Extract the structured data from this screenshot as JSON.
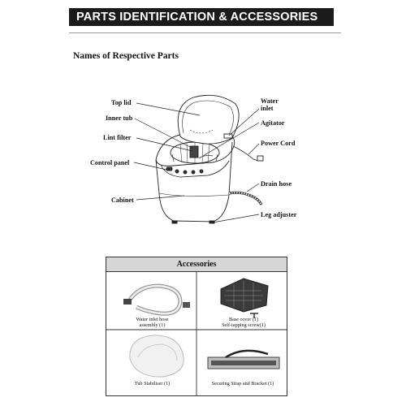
{
  "header": {
    "title": "PARTS IDENTIFICATION & ACCESSORIES"
  },
  "section": {
    "title": "Names of Respective Parts"
  },
  "parts": {
    "top_lid": "Top lid",
    "inner_tub": "Inner tub",
    "lint_filter": "Lint filter",
    "control_panel": "Control panel",
    "cabinet": "Cabinet",
    "water_inlet_line1": "Water",
    "water_inlet_line2": "inlet",
    "agitator": "Agitator",
    "power_cord": "Power Cord",
    "drain_hose": "Drain hose",
    "leg_adjuster": "Leg adjuster"
  },
  "accessories": {
    "title": "Accessories",
    "items": [
      {
        "line1": "Water inlet hose",
        "line2": "assembly (1)"
      },
      {
        "line1": "Base cover (1)",
        "line2": "Self-tapping screw(1)"
      },
      {
        "line1": "Tub Stabiliser (1)"
      },
      {
        "line1": "Securing Strap and Bracket (1)"
      }
    ]
  }
}
